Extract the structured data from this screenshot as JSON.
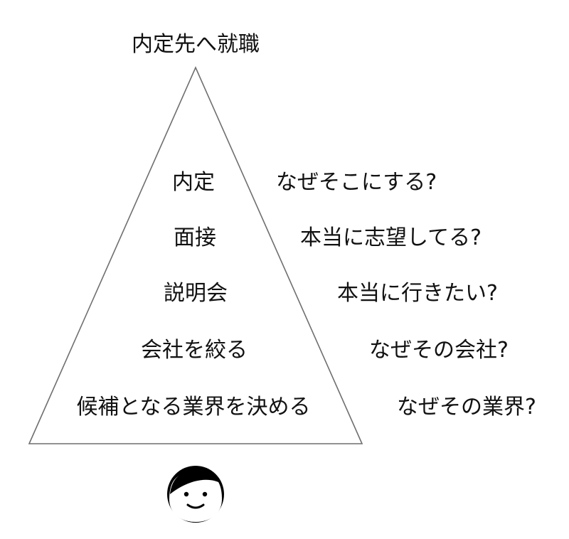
{
  "diagram": {
    "goal": "内定先へ就職",
    "stages": [
      "内定",
      "面接",
      "説明会",
      "会社を絞る",
      "候補となる業界を決める"
    ],
    "questions": [
      "なぜそこにする?",
      "本当に志望してる?",
      "本当に行きたい?",
      "なぜその会社?",
      "なぜその業界?"
    ]
  }
}
